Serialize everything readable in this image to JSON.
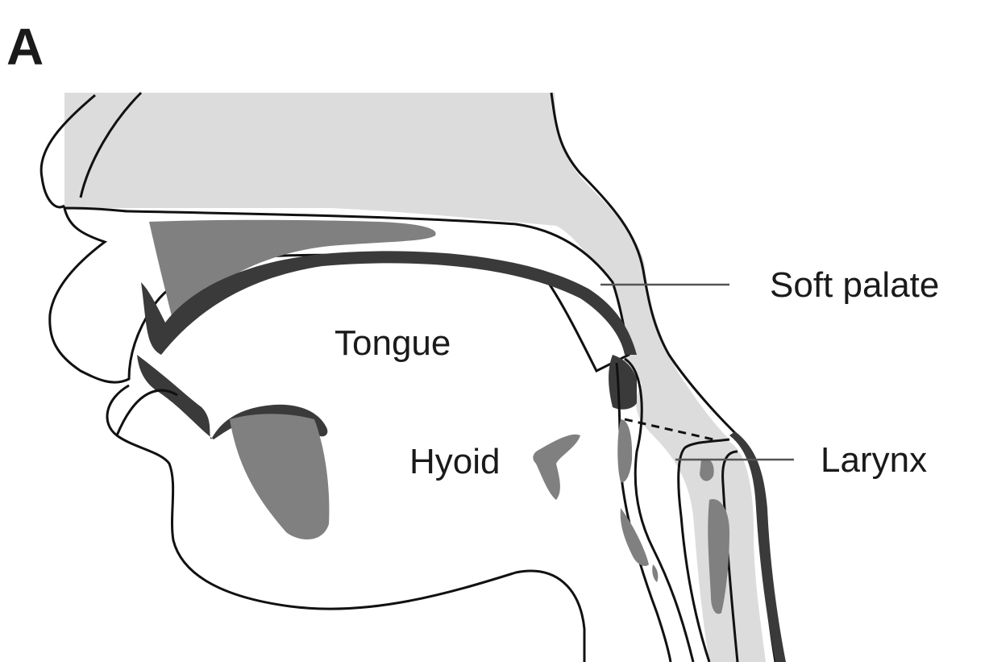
{
  "panel_label": "A",
  "labels": {
    "soft_palate": "Soft palate",
    "tongue": "Tongue",
    "hyoid": "Hyoid",
    "larynx": "Larynx"
  },
  "colors": {
    "airway_fill": "#dcdcdc",
    "bone_fill": "#808080",
    "tissue_dark": "#3a3a3a",
    "outline": "#111111",
    "background": "#ffffff"
  }
}
